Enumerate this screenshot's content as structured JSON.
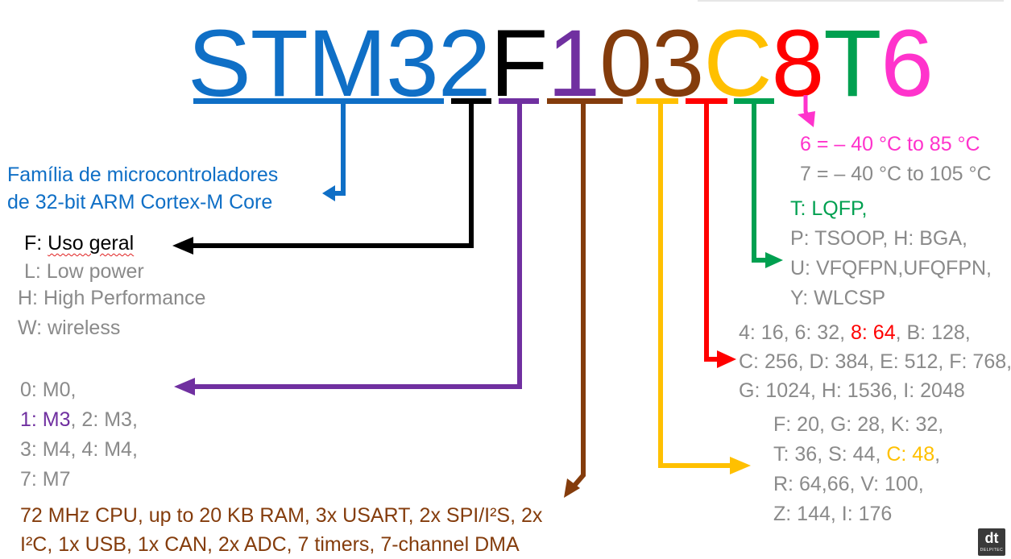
{
  "colors": {
    "stm32": "#0f6fc6",
    "f": "#000000",
    "one": "#7030a0",
    "three": "#843c0c",
    "c": "#ffc000",
    "eight": "#ff0000",
    "t": "#00a050",
    "six": "#ff33cc",
    "gray": "#8a8a8a"
  },
  "title": {
    "stm32": "STM32",
    "f": "F",
    "one": "1",
    "three": "03",
    "c": "C",
    "eight": "8",
    "t": "T",
    "six": "6"
  },
  "family": {
    "line1": "Família de microcontroladores",
    "line2": "de 32-bit ARM Cortex-M Core"
  },
  "type": {
    "f_prefix": "F: ",
    "f_value": "Uso geral",
    "l": "L: Low power",
    "h": "H: High Performance",
    "w": "W: wireless"
  },
  "core": {
    "l1": "0: M0,",
    "l2_highlight": "1: M3",
    "l2_rest": ", 2: M3,",
    "l3": "3: M4, 4: M4,",
    "l4": "7: M7"
  },
  "line_features": {
    "l1": "72 MHz CPU, up to 20 KB RAM, 3x USART, 2x SPI/I²S, 2x",
    "l2": "I²C, 1x USB, 1x CAN, 2x ADC, 7 timers, 7-channel DMA"
  },
  "temperature": {
    "six": "6 = – 40 °C to 85 °C",
    "seven": "7 = – 40 °C to 105 °C"
  },
  "package": {
    "t": "T: LQFP,",
    "p": "P: TSOOP, H: BGA,",
    "u": "U: VFQFPN,UFQFPN,",
    "y": "Y: WLCSP"
  },
  "flash": {
    "l1_a": "4: 16, 6: 32, ",
    "l1_highlight": "8: 64",
    "l1_b": ", B: 128,",
    "l2": "C: 256, D: 384, E: 512, F: 768,",
    "l3": "G: 1024, H: 1536, I: 2048"
  },
  "pins": {
    "l1": "F: 20, G: 28, K: 32,",
    "l2_a": "T: 36, S: 44, ",
    "l2_highlight": "C: 48",
    "l2_b": ",",
    "l3": "R: 64,66, V: 100,",
    "l4": "Z: 144, I: 176"
  },
  "logo": {
    "mark": "dt",
    "sub": "DELPITEC"
  }
}
